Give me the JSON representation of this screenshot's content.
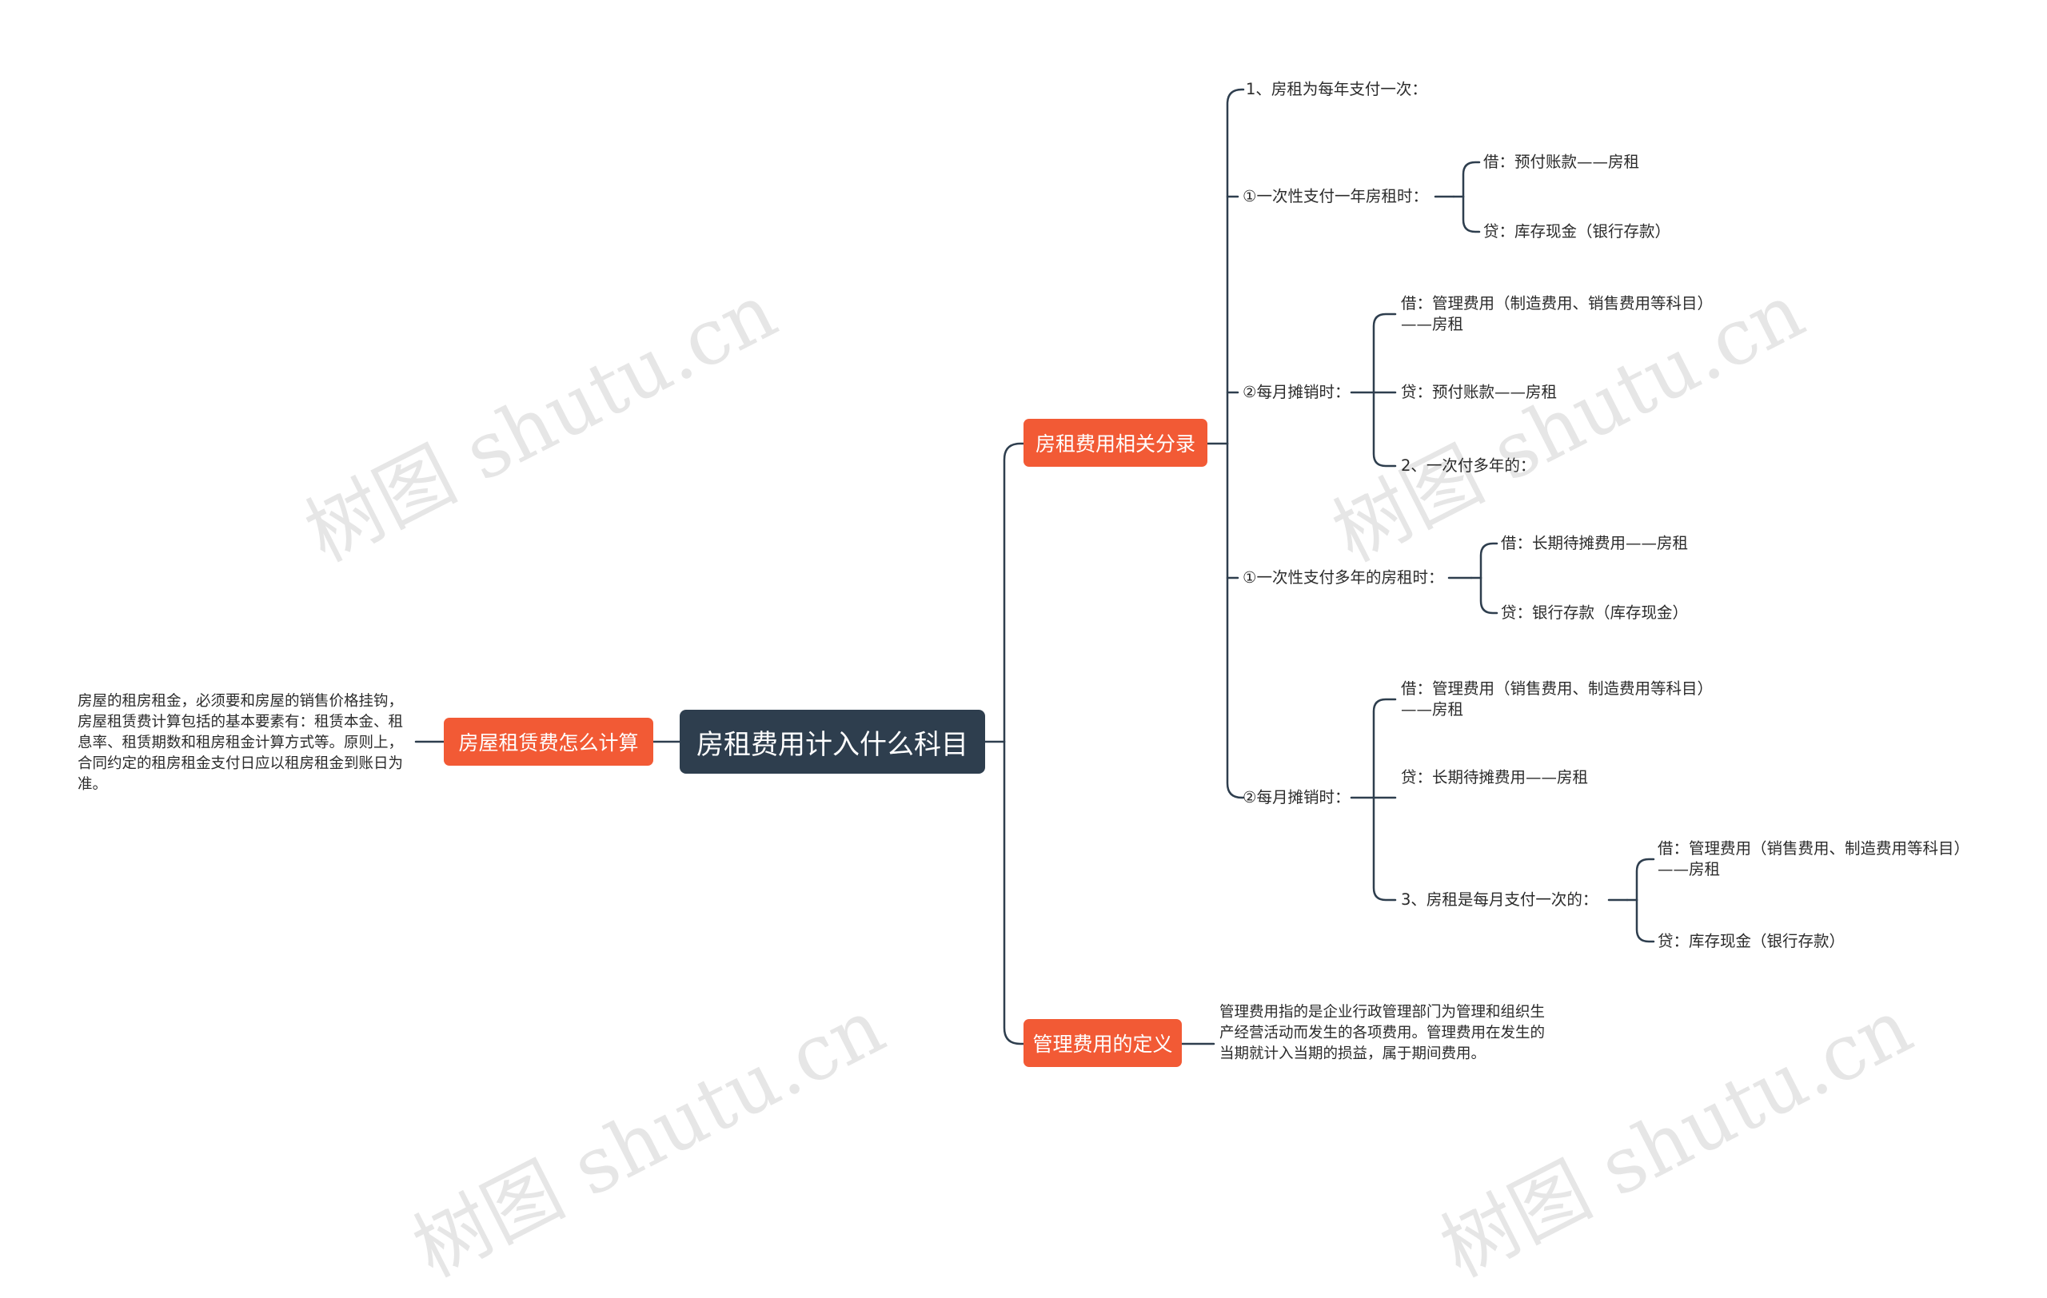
{
  "watermark": "树图 shutu.cn",
  "central": "房租费用计入什么科目",
  "left_topic": "房屋租赁费怎么计算",
  "left_paragraph": "房屋的租房租金，必须要和房屋的销售价格挂钩，房屋租赁费计算包括的基本要素有：租赁本金、租息率、租赁期数和租房租金计算方式等。原则上，合同约定的租房租金支付日应以租房租金到账日为准。",
  "topic1": "房租费用相关分录",
  "topic2": "管理费用的定义",
  "topic2_paragraph": "管理费用指的是企业行政管理部门为管理和组织生产经营活动而发生的各项费用。管理费用在发生的当期就计入当期的损益，属于期间费用。",
  "items": {
    "l1": "1、房租为每年支付一次：",
    "l2": "①一次性支付一年房租时：",
    "l2a": "借：预付账款——房租",
    "l2b": "贷：库存现金（银行存款）",
    "l3": "②每月摊销时：",
    "l3a1": "借：管理费用（制造费用、销售费用等科目）",
    "l3a2": "——房租",
    "l3b": "贷：预付账款——房租",
    "l3c": "2、一次付多年的：",
    "l4": "①一次性支付多年的房租时：",
    "l4a": "借：长期待摊费用——房租",
    "l4b": "贷：银行存款（库存现金）",
    "l5": "②每月摊销时：",
    "l5a1": "借：管理费用（销售费用、制造费用等科目）",
    "l5a2": "——房租",
    "l5b": "贷：长期待摊费用——房租",
    "l5c": "3、房租是每月支付一次的：",
    "l5c1a": "借：管理费用（销售费用、制造费用等科目）",
    "l5c1b": "——房租",
    "l5c2": "贷：库存现金（银行存款）"
  },
  "colors": {
    "central": "#2e3e4e",
    "topic": "#f25a35",
    "line": "#2e3e4e"
  }
}
